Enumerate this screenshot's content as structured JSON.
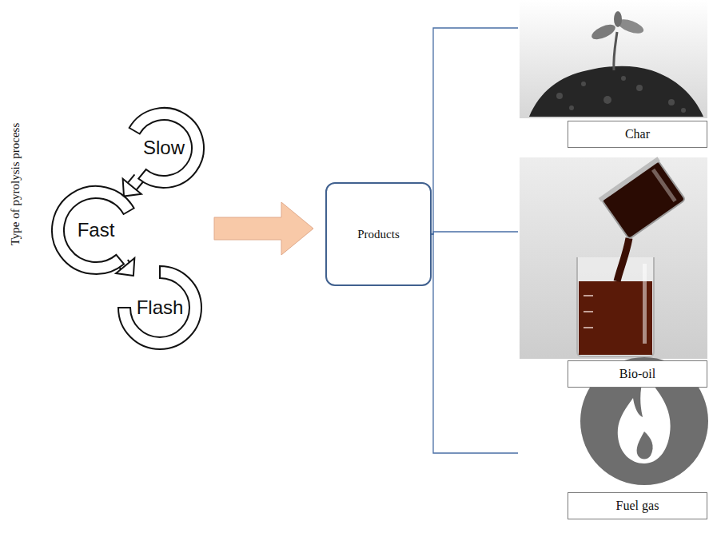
{
  "diagram": {
    "nodes": [
      {
        "text": [
          "Slow"
        ]
      },
      {
        "text": [
          "Fast"
        ]
      },
      {
        "text": [
          "Flash"
        ]
      },
      {
        "text": [
          "Products"
        ]
      },
      {
        "text": [
          "Char"
        ]
      },
      {
        "text": [
          "Bio-oil"
        ]
      },
      {
        "text": [
          "Fuel gas"
        ]
      }
    ],
    "edges": [
      {
        "from": 0,
        "to": 1,
        "arrow": "to"
      },
      {
        "from": 1,
        "to": 2,
        "arrow": "to"
      },
      {
        "from": 3,
        "to": 4,
        "arrow": "none"
      },
      {
        "from": 3,
        "to": 5,
        "arrow": "none"
      },
      {
        "from": 3,
        "to": 6,
        "arrow": "none"
      }
    ],
    "labels": [
      "Type of pyrolysis process"
    ]
  }
}
